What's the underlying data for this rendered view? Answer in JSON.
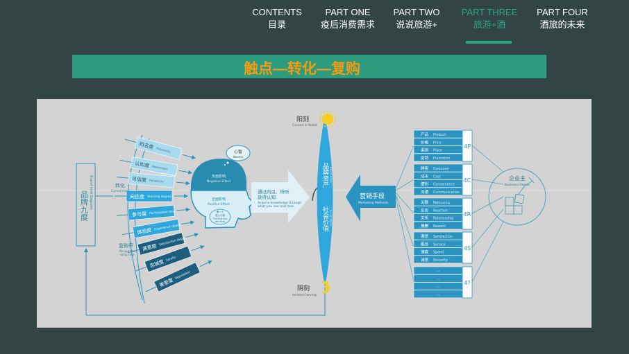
{
  "nav": [
    {
      "en": "CONTENTS",
      "zh": "目录"
    },
    {
      "en": "PART ONE",
      "zh": "疫后消费需求"
    },
    {
      "en": "PART TWO",
      "zh": "说说旅游+"
    },
    {
      "en": "PART THREE",
      "zh": "旅游+酒",
      "active": true
    },
    {
      "en": "PART FOUR",
      "zh": "酒旅的未来"
    }
  ],
  "banner": "触点—转化—复购",
  "diagram": {
    "brand_box": {
      "zh": "品牌九度",
      "en": "Brand nine Degrees"
    },
    "conversion": {
      "zh": "转化",
      "en": "Conversion"
    },
    "repurchase": {
      "zh": "复购率",
      "en1": "Re-purcha",
      "en2": "-sing rate"
    },
    "degrees": [
      {
        "zh": "知名度",
        "en": "Popularity"
      },
      {
        "zh": "认知度",
        "en": "Awareness"
      },
      {
        "zh": "可信度",
        "en": "Reliability"
      },
      {
        "zh": "向往度",
        "en": "Yearning degree"
      },
      {
        "zh": "参与度",
        "en": "Participation degree"
      },
      {
        "zh": "体验度",
        "en": "Experience degree"
      },
      {
        "zh": "满意度",
        "en": "Satisfaction degree"
      },
      {
        "zh": "忠诚度",
        "en": "loyalty"
      },
      {
        "zh": "美誉度",
        "en": "Reputation"
      }
    ],
    "head": {
      "noema_zh": "心智",
      "noema_en": "Noema",
      "negative_zh": "负面影响",
      "negative_en": "Negative Effect",
      "positive_zh": "正面影响",
      "positive_en": "Positive Effect",
      "first_zh1": "第一个",
      "first_zh2": "进入心智",
      "first_en1": "The First Into",
      "first_en2": "the Mind"
    },
    "acquire": {
      "zh1": "通过所见、所听",
      "zh2": "获得认知",
      "en1": "Acquire knowledge through",
      "en2": "what you see and hear"
    },
    "relief": {
      "zh": "阳刻",
      "en": "Carved in Relief"
    },
    "incised": {
      "zh": "阴刻",
      "en": "Incised Carving"
    },
    "lens": {
      "asset_zh": "品牌资产",
      "asset_en": "Brand Asset",
      "social_zh": "社会价值",
      "social_en": "Social Value"
    },
    "marketing": {
      "zh": "营销手段",
      "en": "Marketing Methods"
    },
    "groups": [
      {
        "label": "4P",
        "rows": [
          [
            "产品",
            "Product"
          ],
          [
            "价格",
            "Price"
          ],
          [
            "渠道",
            "Place"
          ],
          [
            "促销",
            "Promotion"
          ]
        ]
      },
      {
        "label": "4C",
        "rows": [
          [
            "顾客",
            "Customer"
          ],
          [
            "成本",
            "Cost"
          ],
          [
            "便利",
            "Convenience"
          ],
          [
            "沟通",
            "Communication"
          ]
        ]
      },
      {
        "label": "4R",
        "rows": [
          [
            "关联",
            "Relevancy"
          ],
          [
            "反应",
            "Reaction"
          ],
          [
            "关系",
            "Relationship"
          ],
          [
            "报酬",
            "Reward"
          ]
        ]
      },
      {
        "label": "4S",
        "rows": [
          [
            "满意",
            "Satisfaction"
          ],
          [
            "服务",
            "Service"
          ],
          [
            "速度",
            "Speed"
          ],
          [
            "诚意",
            "Sincerity"
          ]
        ]
      },
      {
        "label": "4?",
        "rows": [
          [
            "...",
            ""
          ],
          [
            "...",
            ""
          ],
          [
            "...",
            ""
          ],
          [
            "...",
            ""
          ]
        ]
      }
    ],
    "owner": {
      "zh": "企业主",
      "en": "Business Owner"
    }
  },
  "colors": {
    "bg": "#334445",
    "accent": "#2ea684",
    "banner": "#2d9b7e",
    "banner_text": "#f39b11",
    "blue": "#2a93c0"
  }
}
